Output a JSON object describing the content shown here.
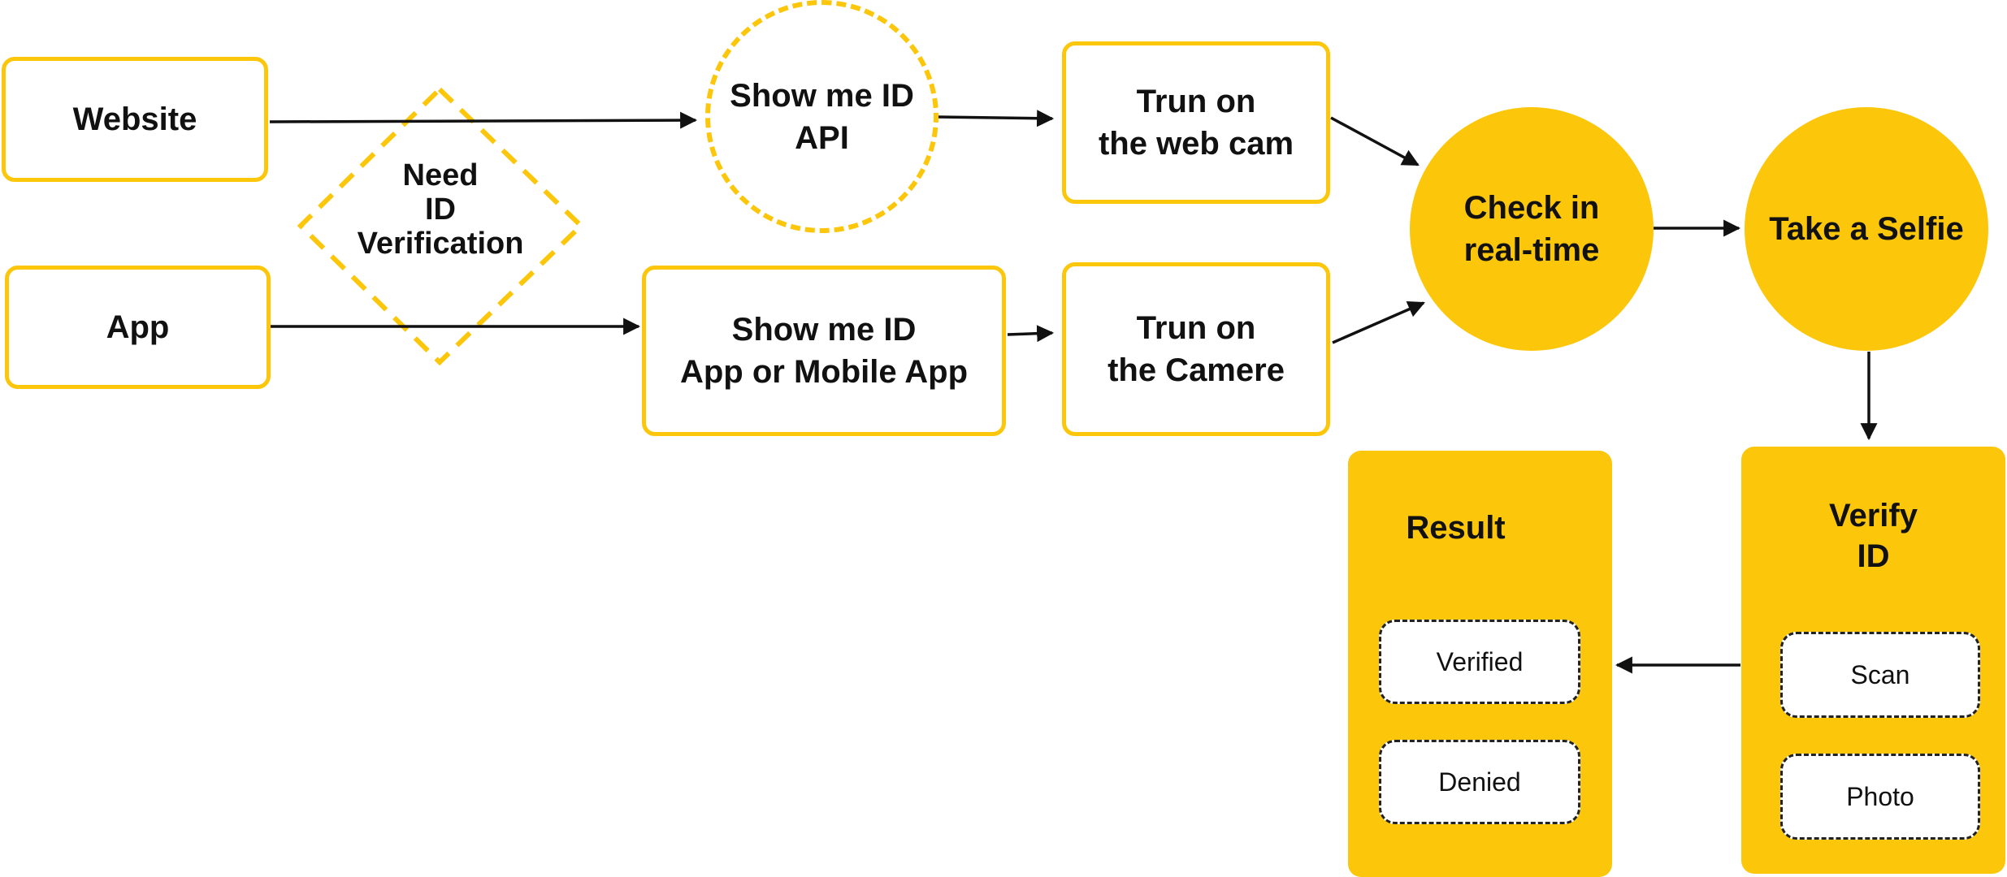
{
  "nodes": {
    "website": "Website",
    "app": "App",
    "need_id": [
      "Need",
      "ID",
      "Verification"
    ],
    "api": [
      "Show me ID",
      "API"
    ],
    "show_app": [
      "Show me ID",
      "App or Mobile App"
    ],
    "webcam": [
      "Trun on",
      "the web cam"
    ],
    "camera": [
      "Trun on",
      "the Camere"
    ],
    "check": [
      "Check in",
      "real-time"
    ],
    "selfie": "Take a Selfie",
    "verify": {
      "title": [
        "Verify",
        "ID"
      ],
      "options": [
        "Scan",
        "Photo"
      ]
    },
    "result": {
      "title": "Result",
      "options": [
        "Verified",
        "Denied"
      ]
    }
  },
  "colors": {
    "accent": "#fcc60a",
    "line": "#111111",
    "chip_border": "#222222"
  }
}
